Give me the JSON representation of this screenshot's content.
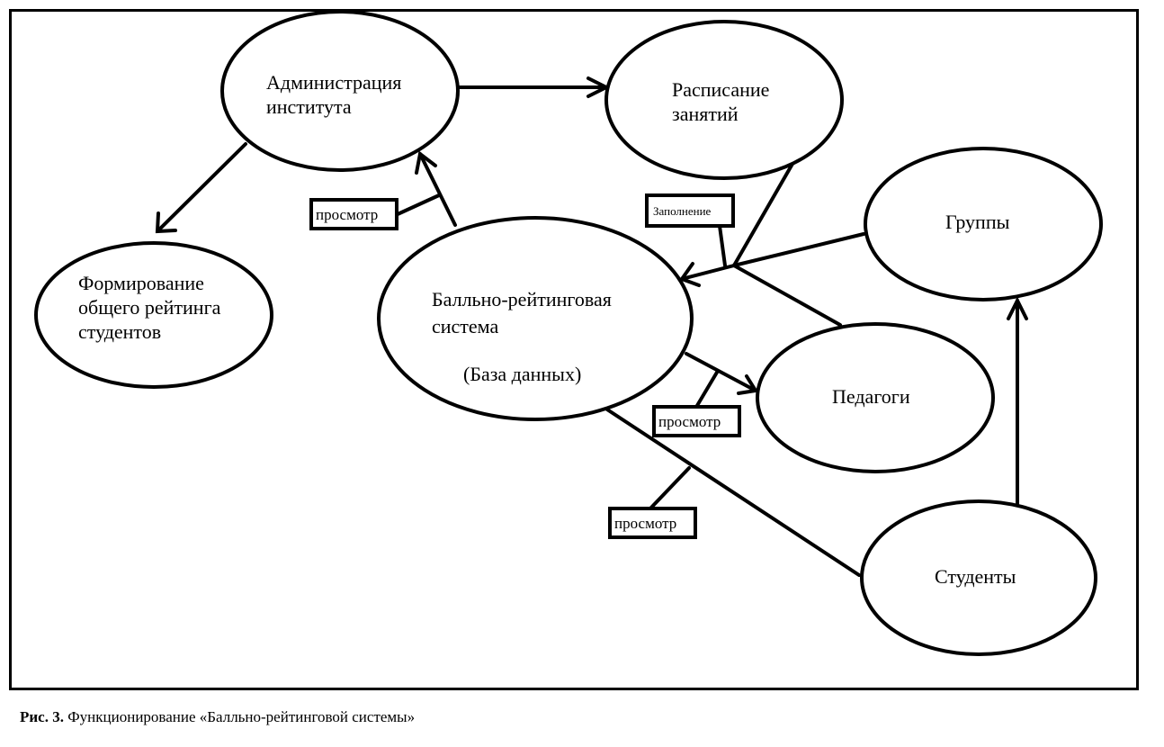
{
  "diagram": {
    "nodes": {
      "admin": [
        "Администрация",
        "института"
      ],
      "schedule": [
        "Расписание",
        "занятий"
      ],
      "groups": [
        "Группы"
      ],
      "rating": [
        "Формирование",
        "общего рейтинга",
        "студентов"
      ],
      "brs": [
        "Балльно-рейтинговая",
        "система"
      ],
      "brs_db": "(База данных)",
      "teachers": [
        "Педагоги"
      ],
      "students": [
        "Студенты"
      ]
    },
    "labels": {
      "view1": "просмотр",
      "fill": "Заполнение",
      "view2": "просмотр",
      "view3": "просмотр"
    }
  },
  "caption": {
    "prefix": "Рис. 3.",
    "text": " Функционирование  «Балльно-рейтинговой системы»"
  }
}
